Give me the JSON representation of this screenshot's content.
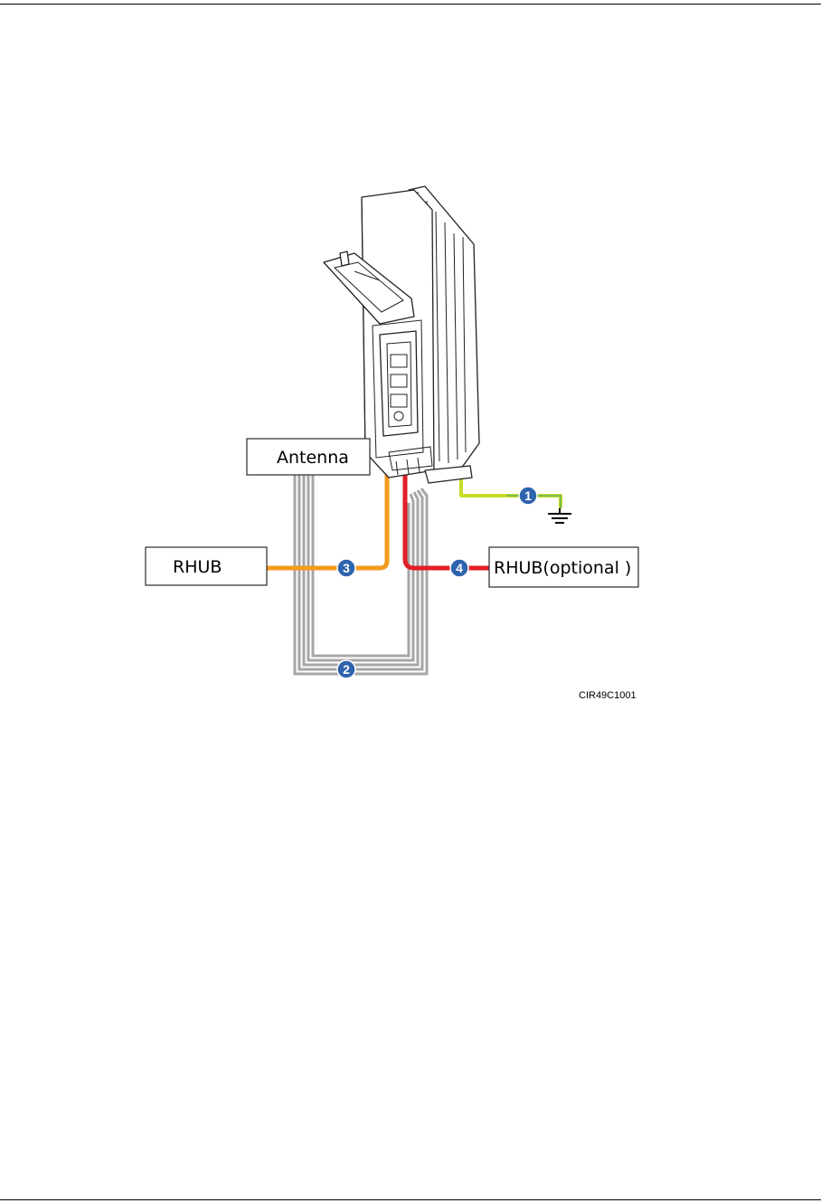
{
  "diagram": {
    "labels": {
      "antenna": "Antenna",
      "rhub": "RHUB",
      "rhub_optional": "RHUB(optional )"
    },
    "callouts": [
      "1",
      "2",
      "3",
      "4"
    ],
    "figure_code": "CIR49C1001",
    "colors": {
      "ground_cable": "#c8dc28",
      "ground_cable_alt": "#7cc04a",
      "rf_jumper": "#a6a6a6",
      "cpri_cable": "#f39a1e",
      "cpri_cable_optional": "#e21f26",
      "callout_badge": "#2e63ad"
    }
  }
}
